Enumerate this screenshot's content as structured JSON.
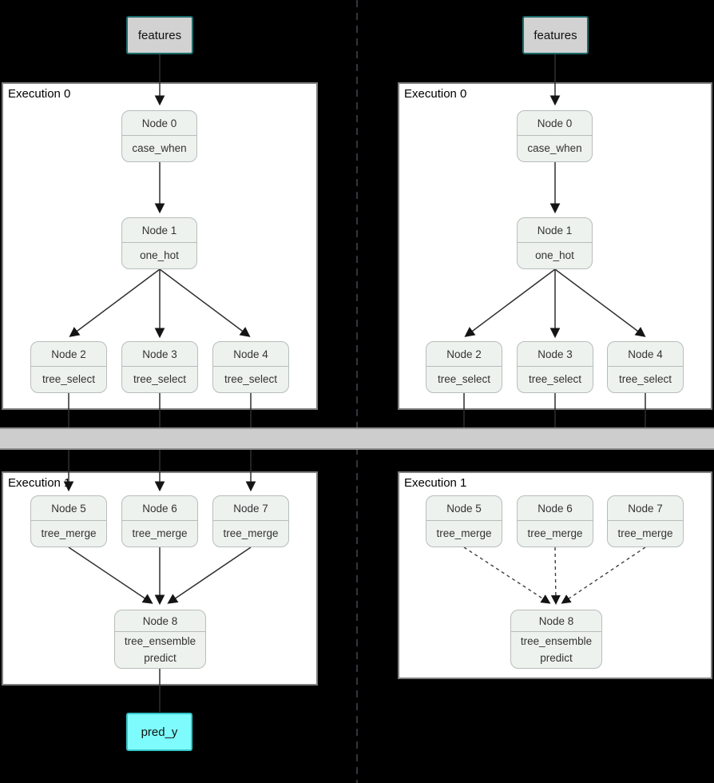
{
  "labels": {
    "features": "features",
    "execution0": "Execution 0",
    "execution1": "Execution 1",
    "pred_y": "pred_y"
  },
  "nodes": {
    "n0": {
      "name": "Node 0",
      "op": "case_when"
    },
    "n1": {
      "name": "Node 1",
      "op": "one_hot"
    },
    "n2": {
      "name": "Node 2",
      "op": "tree_select"
    },
    "n3": {
      "name": "Node 3",
      "op": "tree_select"
    },
    "n4": {
      "name": "Node 4",
      "op": "tree_select"
    },
    "n5": {
      "name": "Node 5",
      "op": "tree_merge"
    },
    "n6": {
      "name": "Node 6",
      "op": "tree_merge"
    },
    "n7": {
      "name": "Node 7",
      "op": "tree_merge"
    },
    "n8": {
      "name": "Node 8",
      "op_line1": "tree_ensemble",
      "op_line2": "predict"
    }
  },
  "colors": {
    "background": "#000000",
    "panel_fill": "#ffffff",
    "panel_border": "#7f7f7f",
    "node_fill": "#edf2ef",
    "node_border": "#b7bdba",
    "features_fill": "#d2d2d2",
    "features_border": "#1e6b6b",
    "pred_fill": "#7efcfd",
    "pred_border": "#35c4c6",
    "barrier_fill": "#cdcdcd",
    "divider_dash": "#34343e"
  }
}
